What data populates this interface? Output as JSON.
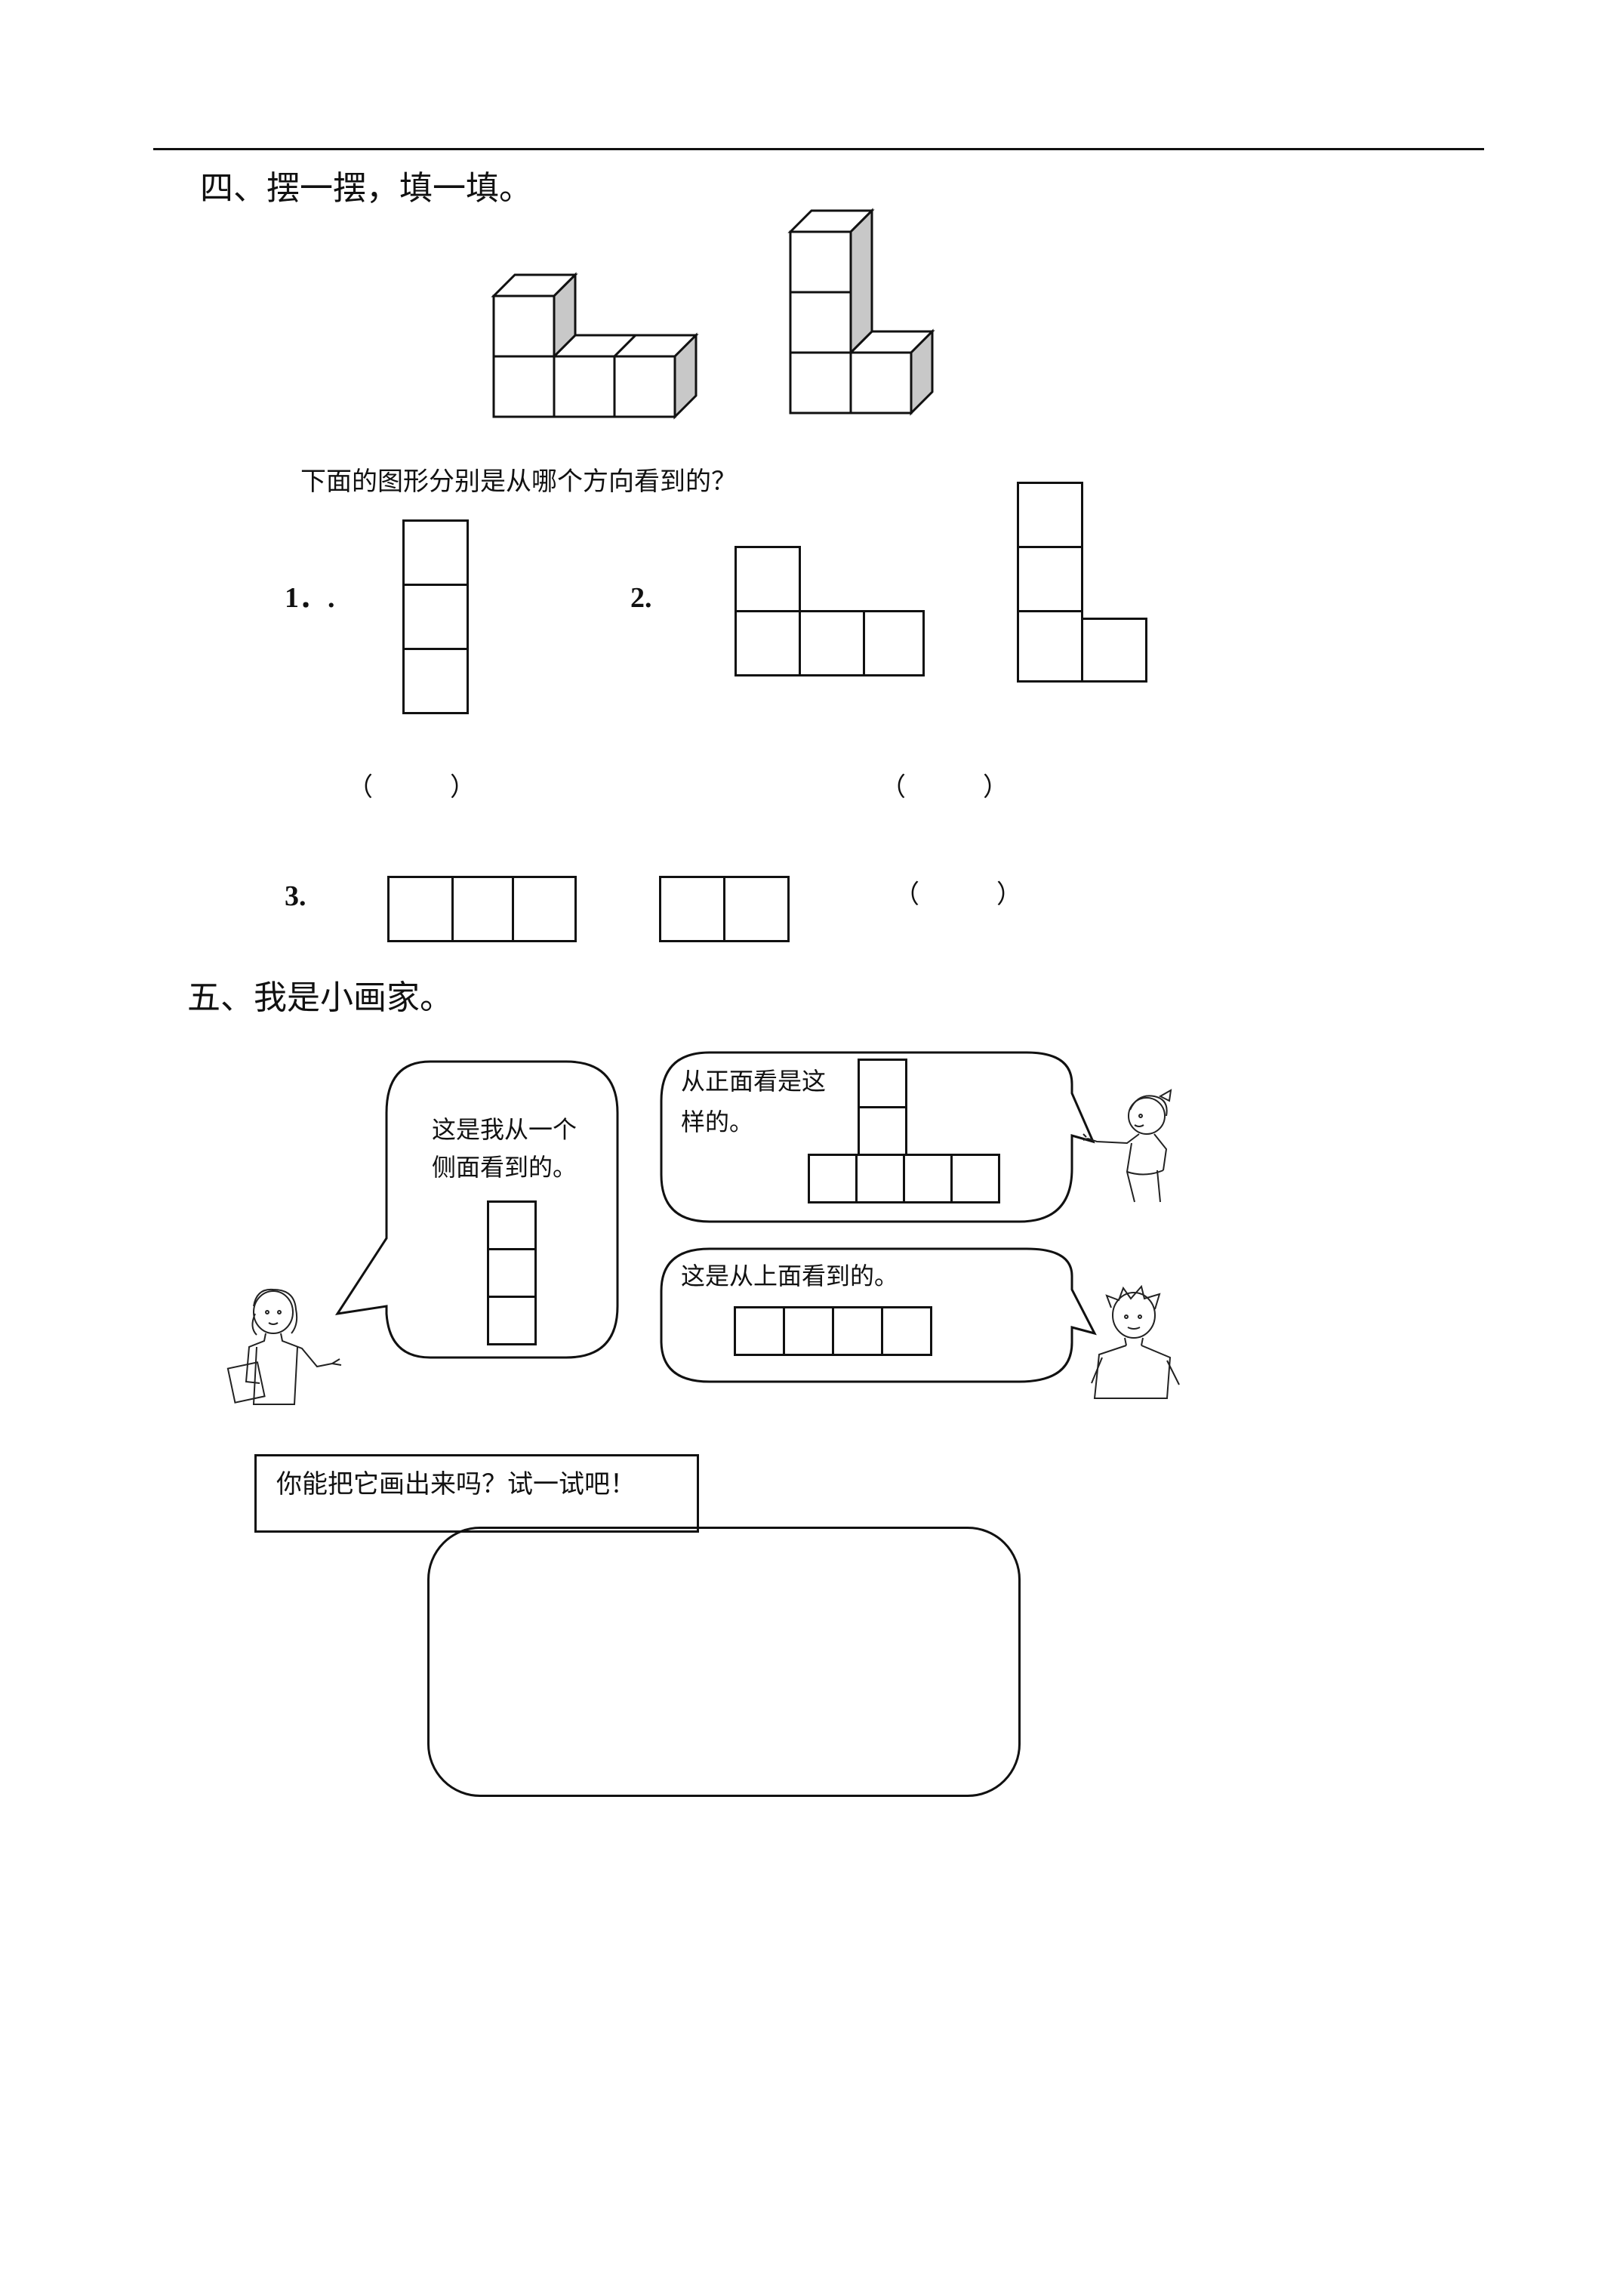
{
  "section4": {
    "title": "四、摆一摆，填一填。",
    "question": "下面的图形分别是从哪个方向看到的？",
    "item1_label": "1．.",
    "item2_label": "2.",
    "item3_label": "3.",
    "paren_1": "（　　　）",
    "paren_2": "（　　　）",
    "paren_3": "（　　　）"
  },
  "section5": {
    "title": "五、我是小画家。",
    "side_view_text_line1": "这是我从一个",
    "side_view_text_line2": "侧面看到的。",
    "front_view_text_line1": "从正面看是这",
    "front_view_text_line2": "样的。",
    "top_view_text": "这是从上面看到的。",
    "prompt": "你能把它画出来吗？试一试吧！"
  },
  "icons": [
    "girl-with-book-icon",
    "girl-pointing-icon",
    "boy-icon"
  ]
}
